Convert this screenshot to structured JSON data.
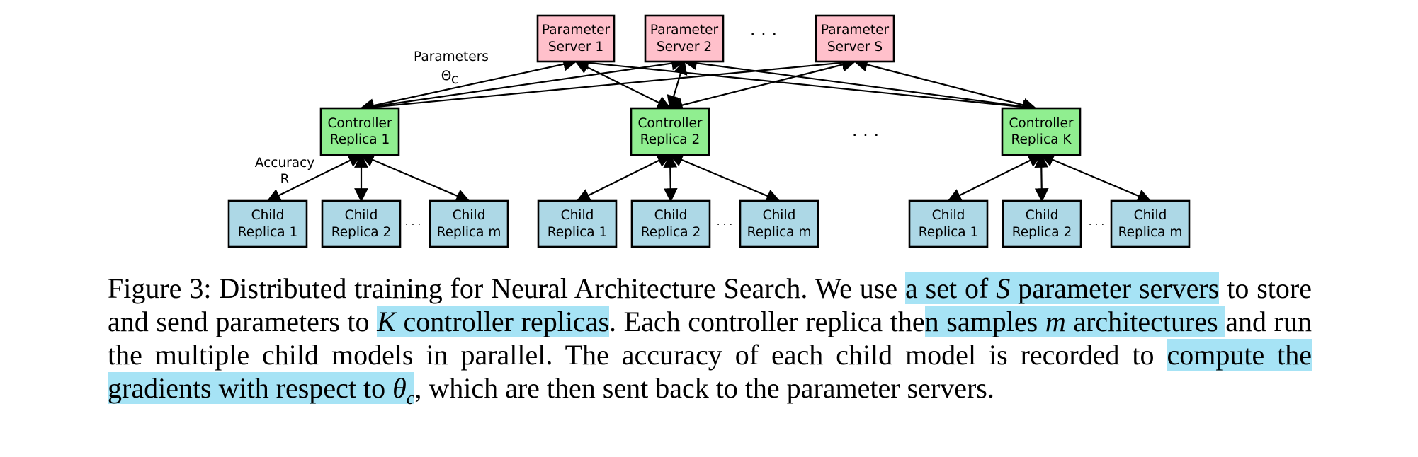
{
  "diagram": {
    "parameter_servers": [
      {
        "line1": "Parameter",
        "line2": "Server 1"
      },
      {
        "line1": "Parameter",
        "line2": "Server 2"
      },
      {
        "line1": "Parameter",
        "line2": "Server S"
      }
    ],
    "controllers": [
      {
        "line1": "Controller",
        "line2": "Replica 1"
      },
      {
        "line1": "Controller",
        "line2": "Replica 2"
      },
      {
        "line1": "Controller",
        "line2": "Replica K"
      }
    ],
    "child_labels": {
      "line1": "Child",
      "first": "Replica 1",
      "second": "Replica 2",
      "last": "Replica m"
    },
    "parameters_label": "Parameters",
    "theta_label": "Θ",
    "theta_sub": "c",
    "accuracy_label": "Accuracy",
    "accuracy_var": "R",
    "ellipsis": "· · ·",
    "small_ellipsis": "· · ·"
  },
  "caption": {
    "prefix": "Figure 3: Distributed training for Neural Architecture Search. We use ",
    "hl1_pre": "a set of ",
    "var_S": "S",
    "hl1_post": " parameter servers",
    "seg2": " to store and send parameters to ",
    "var_K": "K",
    "hl2_post": " controller replicas",
    "seg3": ". Each controller replica the",
    "hl3_pre": "n samples ",
    "var_m": "m",
    "hl3_post": " architectures ",
    "seg4": "and run the multiple child models in parallel. The accuracy of each child model is recorded to ",
    "hl4_pre": "compute the gradients with respect to ",
    "var_theta": "θ",
    "var_theta_sub": "c",
    "seg5": ", which are then sent back to the parameter servers."
  }
}
